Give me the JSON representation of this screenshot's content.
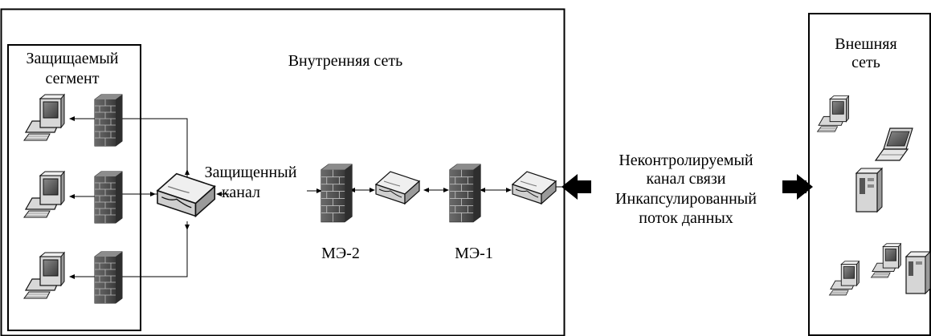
{
  "inner_network": {
    "title": "Внутренняя сеть",
    "protected_segment": {
      "line1": "Защищаемый",
      "line2": "сегмент"
    },
    "secure_channel": {
      "line1": "Защищенный",
      "line2": "канал"
    },
    "firewalls": {
      "fw2": "МЭ-2",
      "fw1": "МЭ-1"
    }
  },
  "link": {
    "line1": "Неконтролируемый",
    "line2": "канал связи",
    "line3": "Инкапсулированный",
    "line4": "поток данных"
  },
  "external_network": {
    "line1": "Внешняя",
    "line2": "сеть"
  }
}
